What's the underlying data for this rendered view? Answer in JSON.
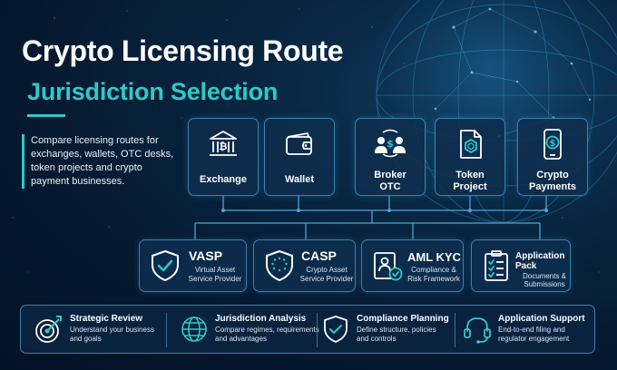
{
  "title": "Crypto Licensing Route",
  "subtitle": "Jurisdiction Selection",
  "description": "Compare licensing routes for exchanges, wallets, OTC desks, token projects and crypto payment businesses.",
  "business_types": [
    {
      "label_line1": "Exchange",
      "label_line2": "",
      "icon": "bank-bitcoin-icon"
    },
    {
      "label_line1": "Wallet",
      "label_line2": "",
      "icon": "wallet-icon"
    },
    {
      "label_line1": "Broker",
      "label_line2": "OTC",
      "icon": "broker-exchange-icon"
    },
    {
      "label_line1": "Token",
      "label_line2": "Project",
      "icon": "token-document-icon"
    },
    {
      "label_line1": "Crypto",
      "label_line2": "Payments",
      "icon": "mobile-payment-icon"
    }
  ],
  "frameworks": [
    {
      "title": "VASP",
      "sub1": "Virtual Asset",
      "sub2": "Service Provider",
      "icon": "shield-check-icon"
    },
    {
      "title": "CASP",
      "sub1": "Crypto Asset",
      "sub2": "Service Provider",
      "icon": "shield-eu-stars-icon"
    },
    {
      "title": "AML KYC",
      "sub1": "Compliance &",
      "sub2": "Risk Framework",
      "icon": "id-verification-icon"
    },
    {
      "title": "Application",
      "title2": "Pack",
      "sub1": "Documents &",
      "sub2": "Submissions",
      "icon": "checklist-icon"
    }
  ],
  "services": [
    {
      "title": "Strategic Review",
      "sub1": "Understand your business",
      "sub2": "and goals",
      "icon": "target-icon"
    },
    {
      "title": "Jurisdiction Analysis",
      "sub1": "Compare regimes, requirements",
      "sub2": "and advantages",
      "icon": "globe-icon"
    },
    {
      "title": "Compliance Planning",
      "sub1": "Define structure, policies",
      "sub2": "and controls",
      "icon": "shield-check-icon"
    },
    {
      "title": "Application Support",
      "sub1": "End-to-end filing and",
      "sub2": "regulator engagement",
      "icon": "headset-icon"
    }
  ],
  "colors": {
    "accent": "#2ec9c9",
    "card_border": "#3f7faa",
    "background": "#05182e"
  }
}
